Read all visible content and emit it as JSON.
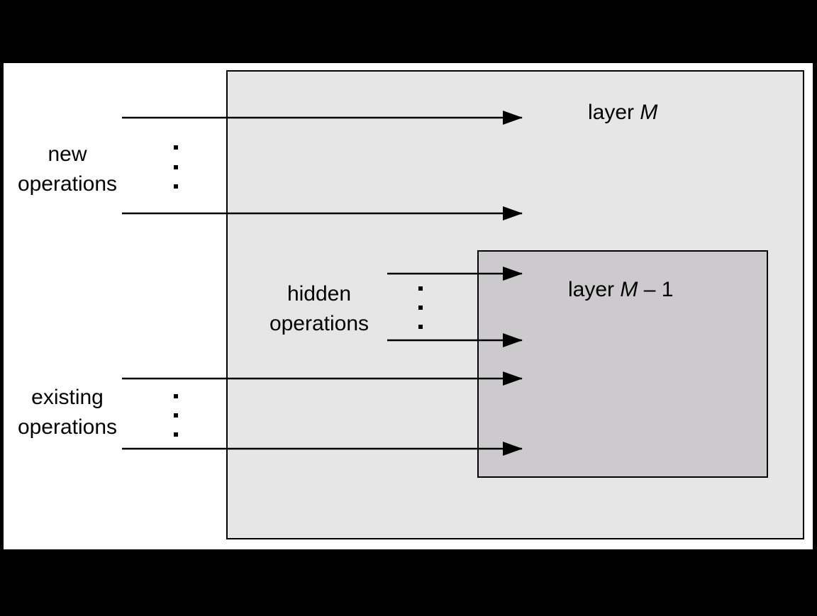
{
  "labels": {
    "new_line1": "new",
    "new_line2": "operations",
    "hidden_line1": "hidden",
    "hidden_line2": "operations",
    "existing_line1": "existing",
    "existing_line2": "operations"
  },
  "layer_outer": {
    "prefix": "layer ",
    "var": "M",
    "suffix": ""
  },
  "layer_inner": {
    "prefix": "layer ",
    "var": "M",
    "suffix": " – 1"
  },
  "colors": {
    "frame_background": "#000000",
    "panel": "#ffffff",
    "outer_layer_fill": "#e6e6e6",
    "inner_layer_fill": "#cccacd",
    "stroke": "#000000"
  }
}
